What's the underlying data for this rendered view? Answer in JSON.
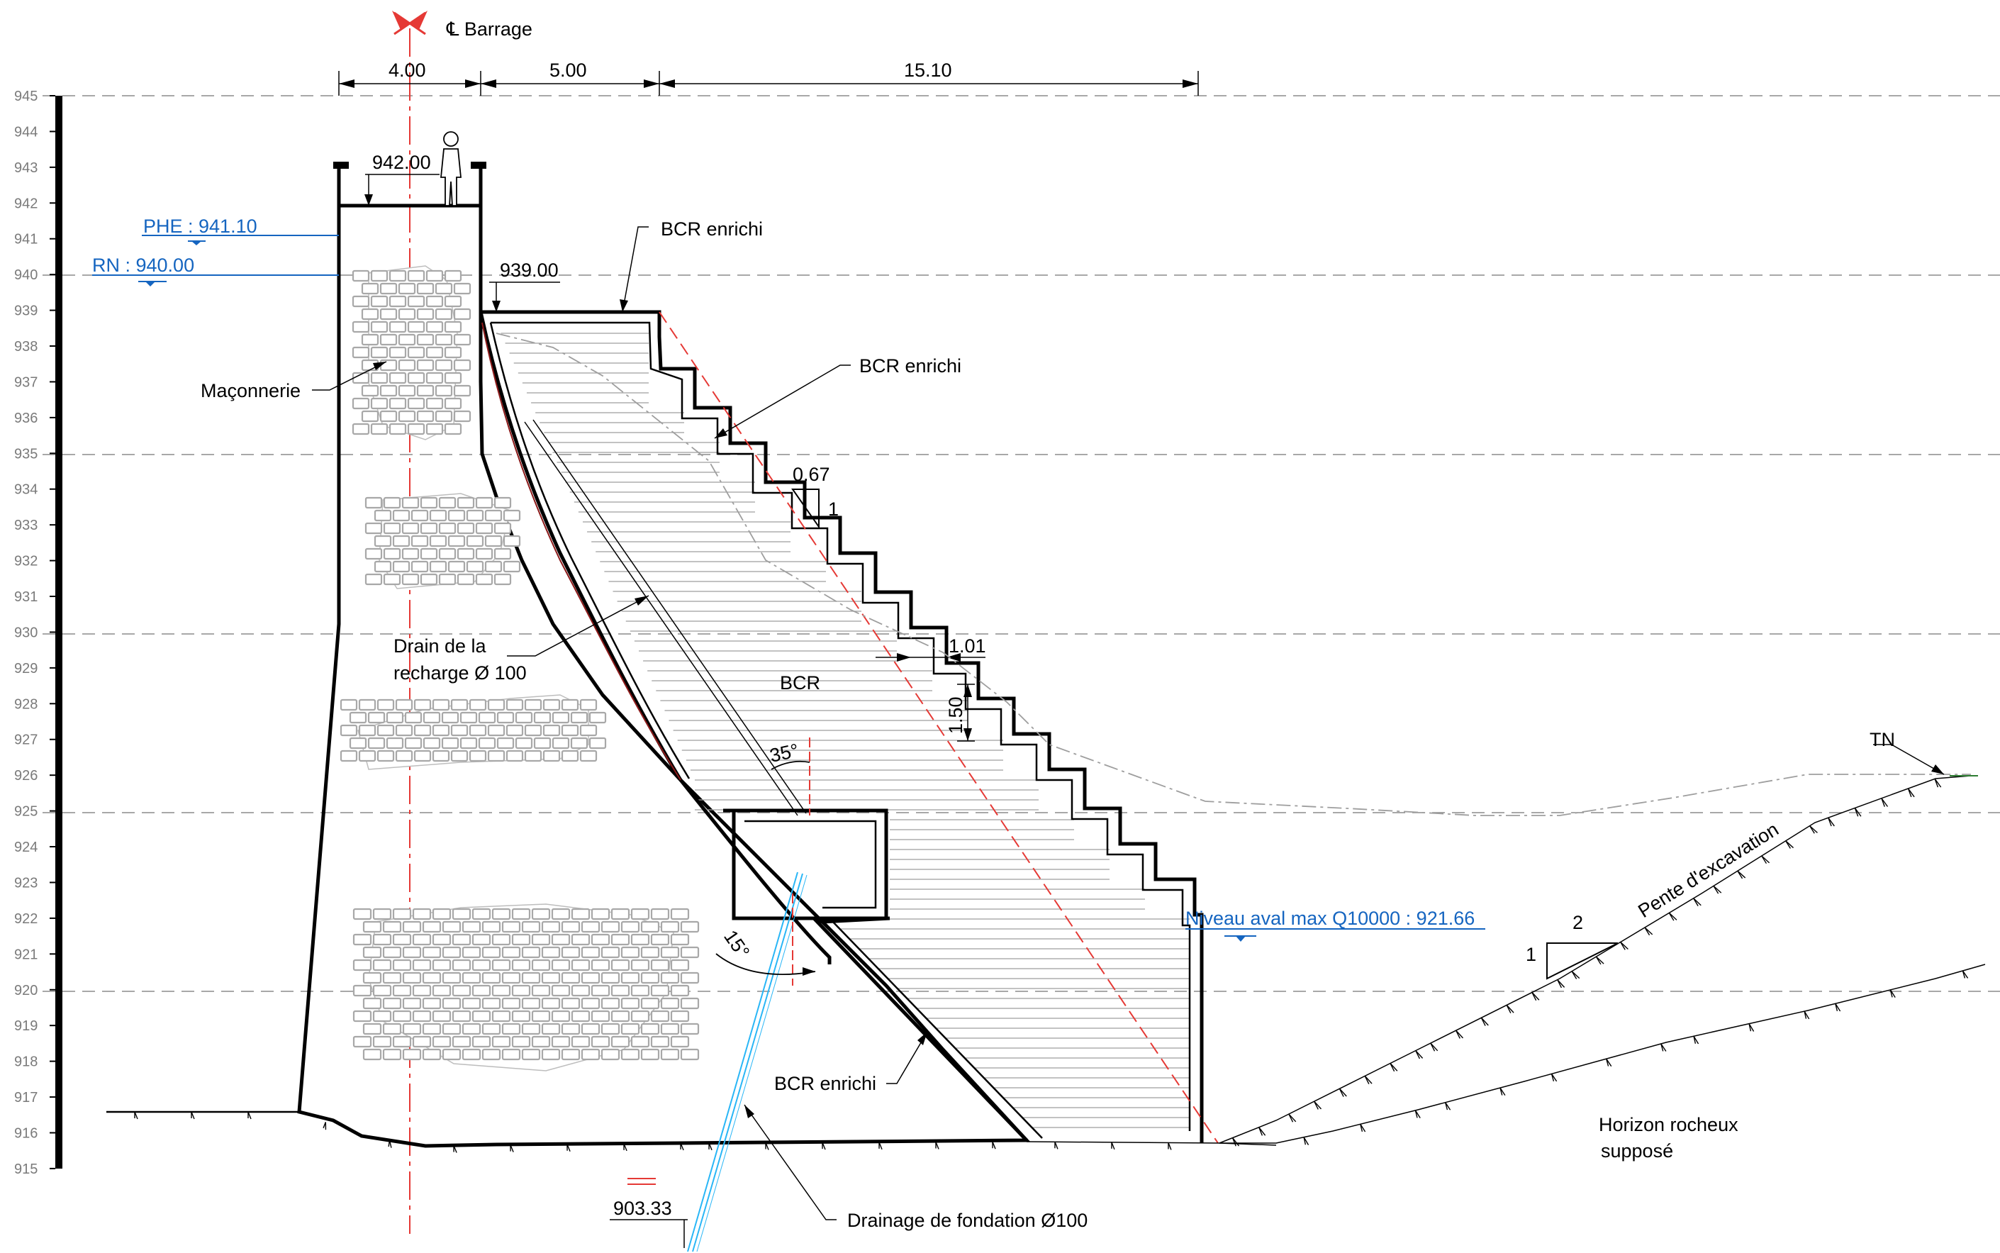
{
  "title": "℄ Barrage",
  "dimensions": {
    "crest_width": "4.00",
    "top_offset": "5.00",
    "downstream_width": "15.10",
    "step_width": "1.01",
    "step_height": "1.50",
    "slope_h": "0.67",
    "slope_v": "1",
    "excavation_h": "2",
    "excavation_v": "1"
  },
  "levels": {
    "crest": "942.00",
    "phe": "PHE : 941.10",
    "rn": "RN : 940.00",
    "bcr_top": "939.00",
    "aval": "Niveau aval max Q10000 : 921.66",
    "drain_bottom": "903.33"
  },
  "angles": {
    "drain_angle": "35°",
    "foundation_angle": "15°"
  },
  "labels": {
    "bcr_enrichi_top": "BCR enrichi",
    "bcr_enrichi_face": "BCR enrichi",
    "bcr_enrichi_base": "BCR enrichi",
    "maconnerie": "Maçonnerie",
    "drain_line1": "Drain de la",
    "drain_line2": "recharge Ø 100",
    "bcr": "BCR",
    "tn": "TN",
    "pente": "Pente d'excavation",
    "horizon_line1": "Horizon rocheux",
    "horizon_line2": "supposé",
    "drainage_fondation": "Drainage de fondation Ø100"
  },
  "scale_ticks": [
    "945",
    "944",
    "943",
    "942",
    "941",
    "940",
    "939",
    "938",
    "937",
    "936",
    "935",
    "934",
    "933",
    "932",
    "931",
    "930",
    "929",
    "928",
    "927",
    "926",
    "925",
    "924",
    "923",
    "922",
    "921",
    "920",
    "919",
    "918",
    "917",
    "916",
    "915"
  ],
  "colors": {
    "water_level": "#1565c0",
    "axis": "#e53935",
    "drain": "#29b6f6"
  }
}
